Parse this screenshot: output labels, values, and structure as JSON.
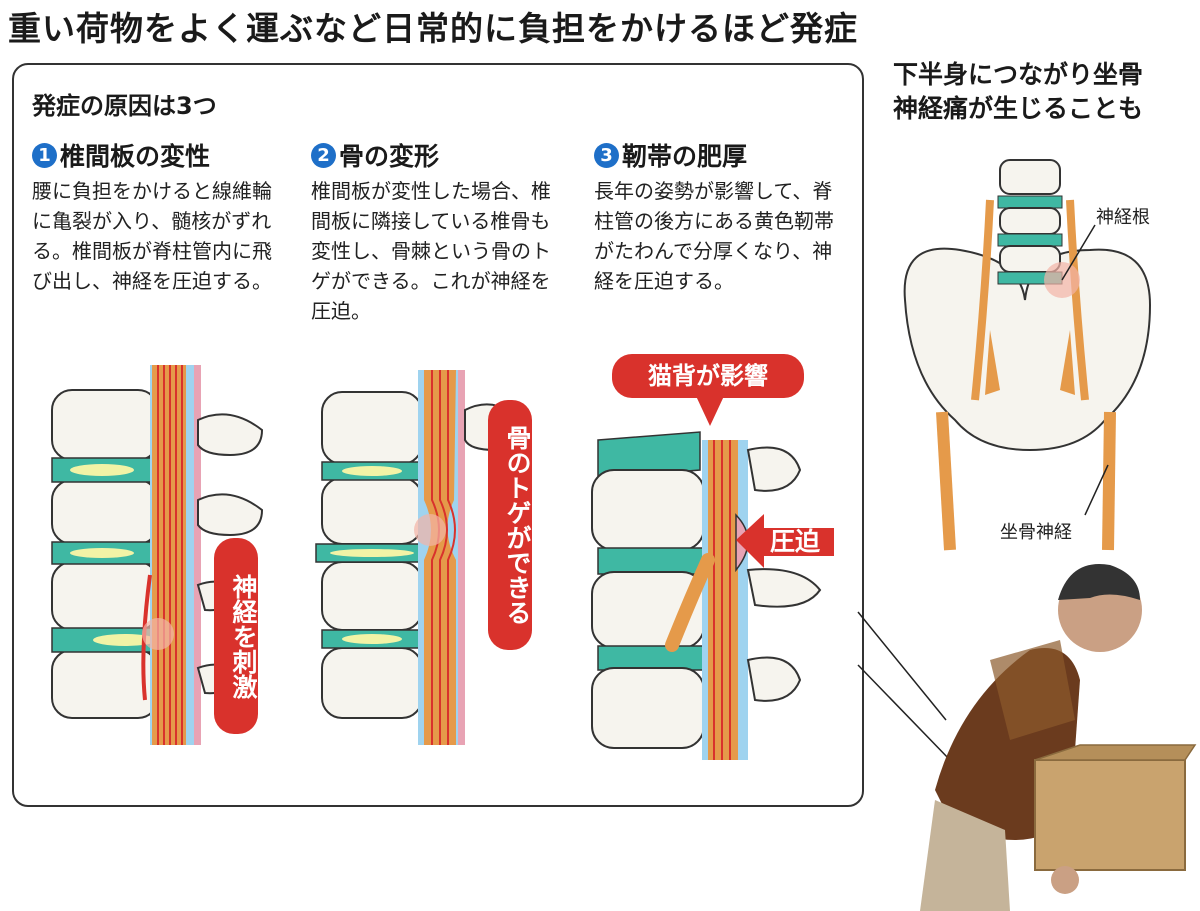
{
  "headline": "重い荷物をよく運ぶなど日常的に負担をかけるほど発症",
  "box_title": "発症の原因は3つ",
  "causes": [
    {
      "number": "1",
      "title": "椎間板の変性",
      "body": "腰に負担をかけると線維輪に亀裂が入り、髄核がずれる。椎間板が脊柱管内に飛び出し、神経を圧迫する。"
    },
    {
      "number": "2",
      "title": "骨の変形",
      "body": "椎間板が変性した場合、椎間板に隣接している椎骨も変性し、骨棘という骨のトゲができる。これが神経を圧迫。"
    },
    {
      "number": "3",
      "title": "靭帯の肥厚",
      "body": "長年の姿勢が影響して、脊柱管の後方にある黄色靭帯がたわんで分厚くなり、神経を圧迫する。"
    }
  ],
  "callouts": {
    "nerve_stimulus": "神経を刺激",
    "bone_spur": "骨のトゲができる",
    "hunchback": "猫背が影響",
    "compression": "圧迫"
  },
  "side": {
    "title_line1": "下半身につながり坐骨",
    "title_line2": "神経痛が生じることも",
    "label_nerve_root": "神経根",
    "label_sciatic": "坐骨神経"
  },
  "colors": {
    "accent_red": "#d9322c",
    "badge_blue": "#1e6fc8",
    "disc_teal": "#3fb8a3",
    "nerve_orange": "#e59a4a",
    "bone": "#f6f4ee",
    "canal_blue": "#9fd3ef",
    "ligament_pink": "#e8a3b4"
  }
}
